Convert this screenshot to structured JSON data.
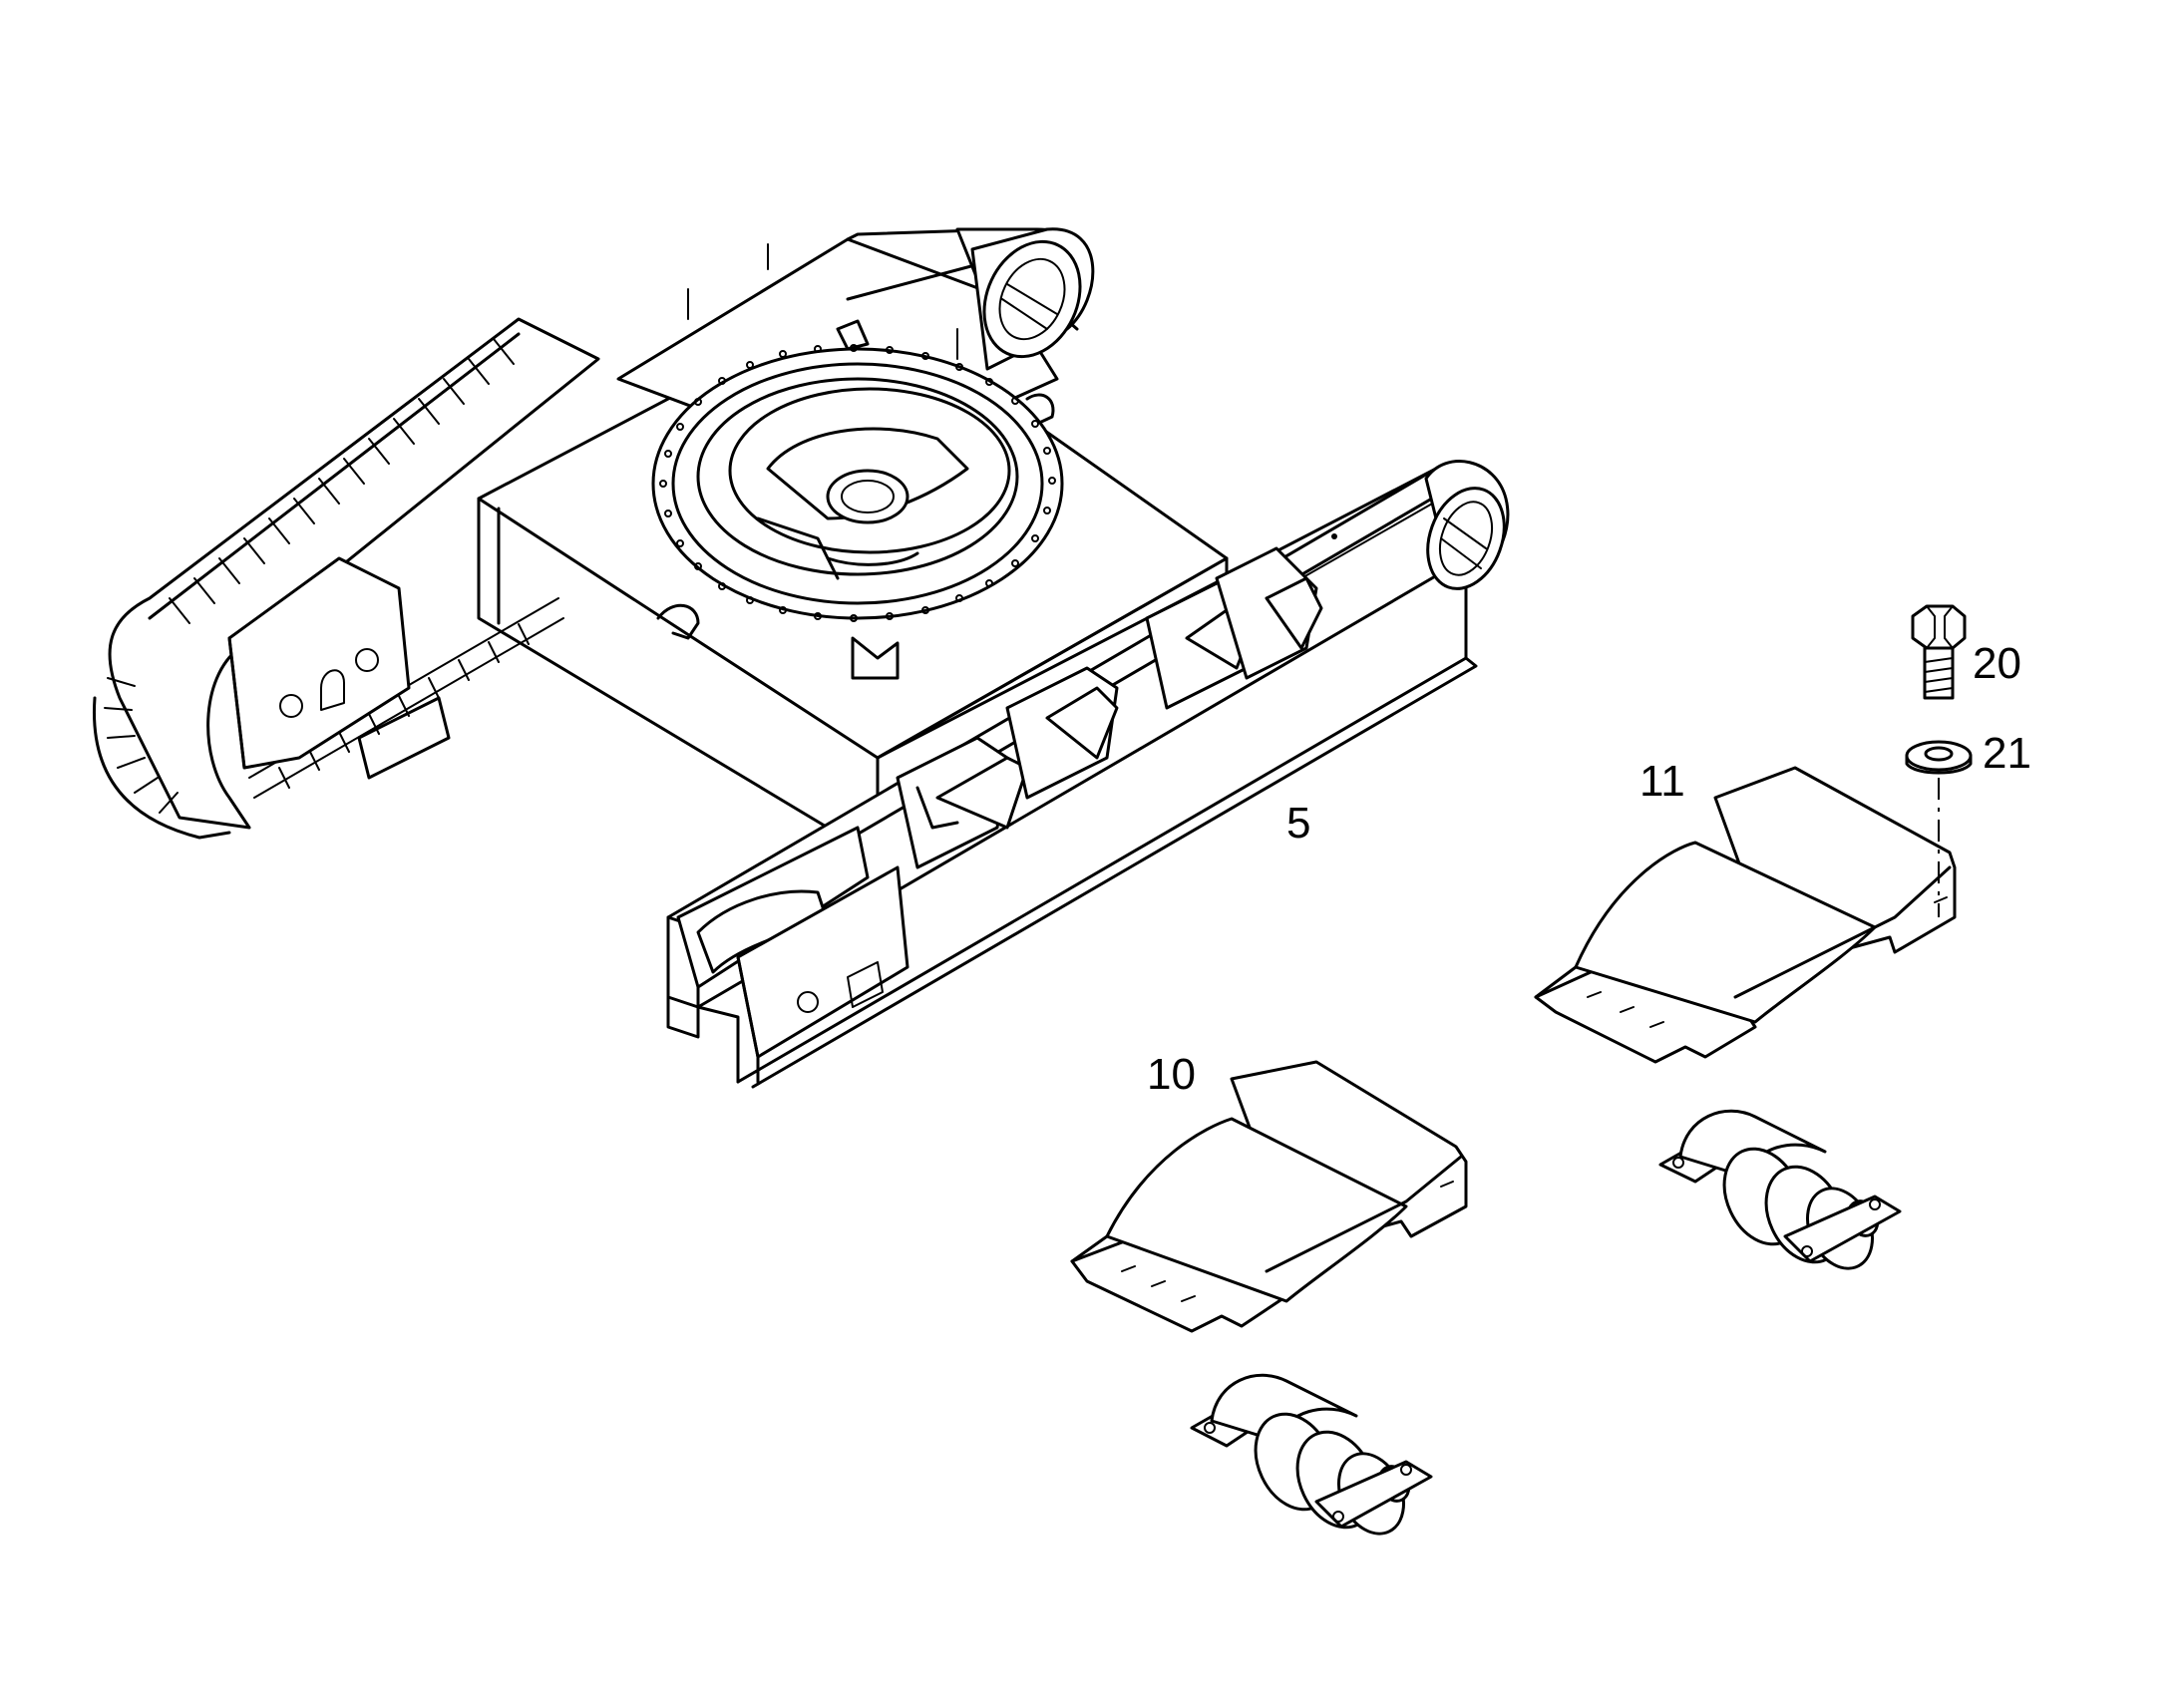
{
  "callouts": {
    "frame": "5",
    "roller_guard_front": "10",
    "roller_guard_rear": "11",
    "bolt": "20",
    "washer": "21"
  },
  "colors": {
    "line": "#000000",
    "background": "#ffffff"
  }
}
